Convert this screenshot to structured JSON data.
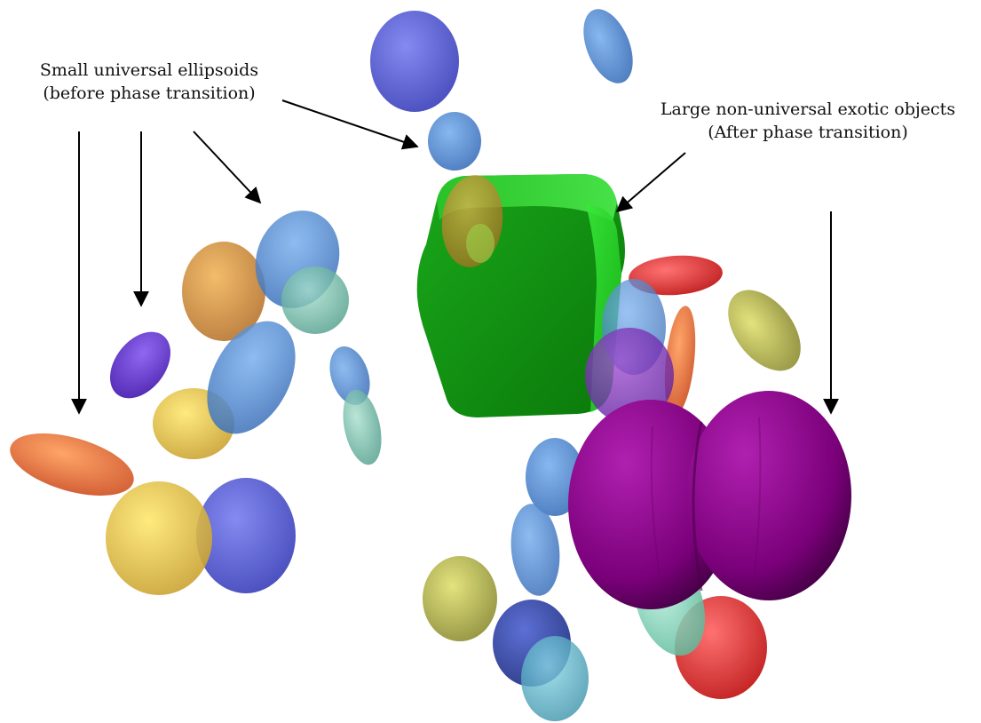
{
  "annotations": {
    "left": {
      "line1": "Small universal ellipsoids",
      "line2": "(before phase transition)"
    },
    "right": {
      "line1": "Large non-universal exotic objects",
      "line2": "(After phase transition)"
    }
  },
  "objects": {
    "small_ellipsoids": {
      "colors": [
        "#5d63d6",
        "#4f8fd8",
        "#d99a3d",
        "#7ec8b5",
        "#6a3fd6",
        "#4a7bd6",
        "#f0cf4a",
        "#f07a3d",
        "#e06a30",
        "#c8c84a",
        "#6aa8e8",
        "#e83a3a",
        "#2a3fa8",
        "#4fb3c8",
        "#8ad8c0",
        "#d85a2a"
      ]
    },
    "exotic_objects": {
      "cube_color": "#2fd22f",
      "dumbbell_color": "#8a008a"
    }
  }
}
